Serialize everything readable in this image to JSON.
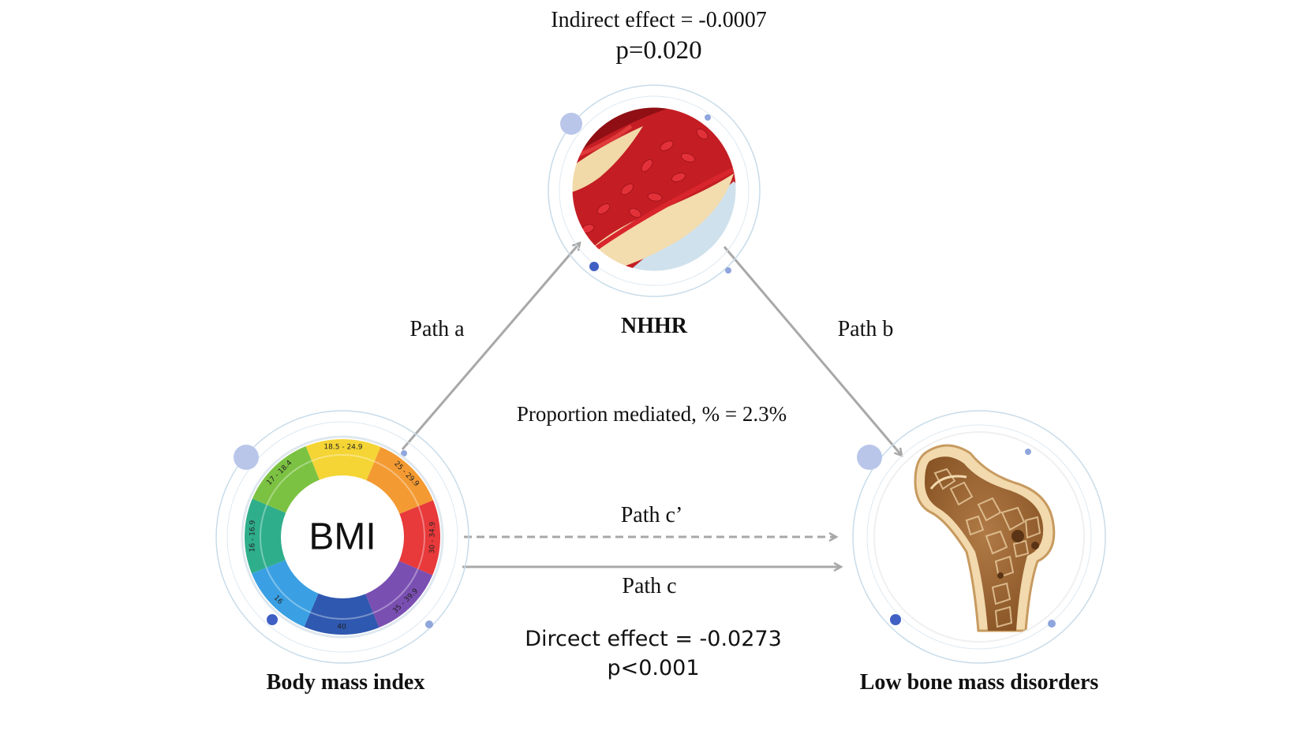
{
  "diagram": {
    "indirect": {
      "effect": "Indirect effect = -0.0007",
      "p": "p=0.020"
    },
    "mediator": {
      "name": "NHHR",
      "icon": "artery-plaque-icon"
    },
    "exposure": {
      "name": "Body mass index",
      "icon": "bmi-ring-icon",
      "center_text": "BMI",
      "ring_labels": [
        "18.5 - 24.9",
        "25 - 29.9",
        "30 - 34.9",
        "35 - 39.9",
        "40",
        "16",
        "16 - 16.9",
        "17 - 18.4"
      ]
    },
    "outcome": {
      "name": "Low bone mass disorders",
      "icon": "femur-bone-icon"
    },
    "paths": {
      "a": "Path a",
      "b": "Path b",
      "c_prime": "Path c’",
      "c": "Path c"
    },
    "proportion": "Proportion mediated, % = 2.3%",
    "direct": {
      "effect": "Dircect effect = -0.0273",
      "p": "p<0.001"
    }
  },
  "colors": {
    "arrow": "#a8a8a8",
    "node_ring": "#bcd3e6",
    "dot_light": "#b9c6ea",
    "dot_dark": "#3f5fc4"
  }
}
